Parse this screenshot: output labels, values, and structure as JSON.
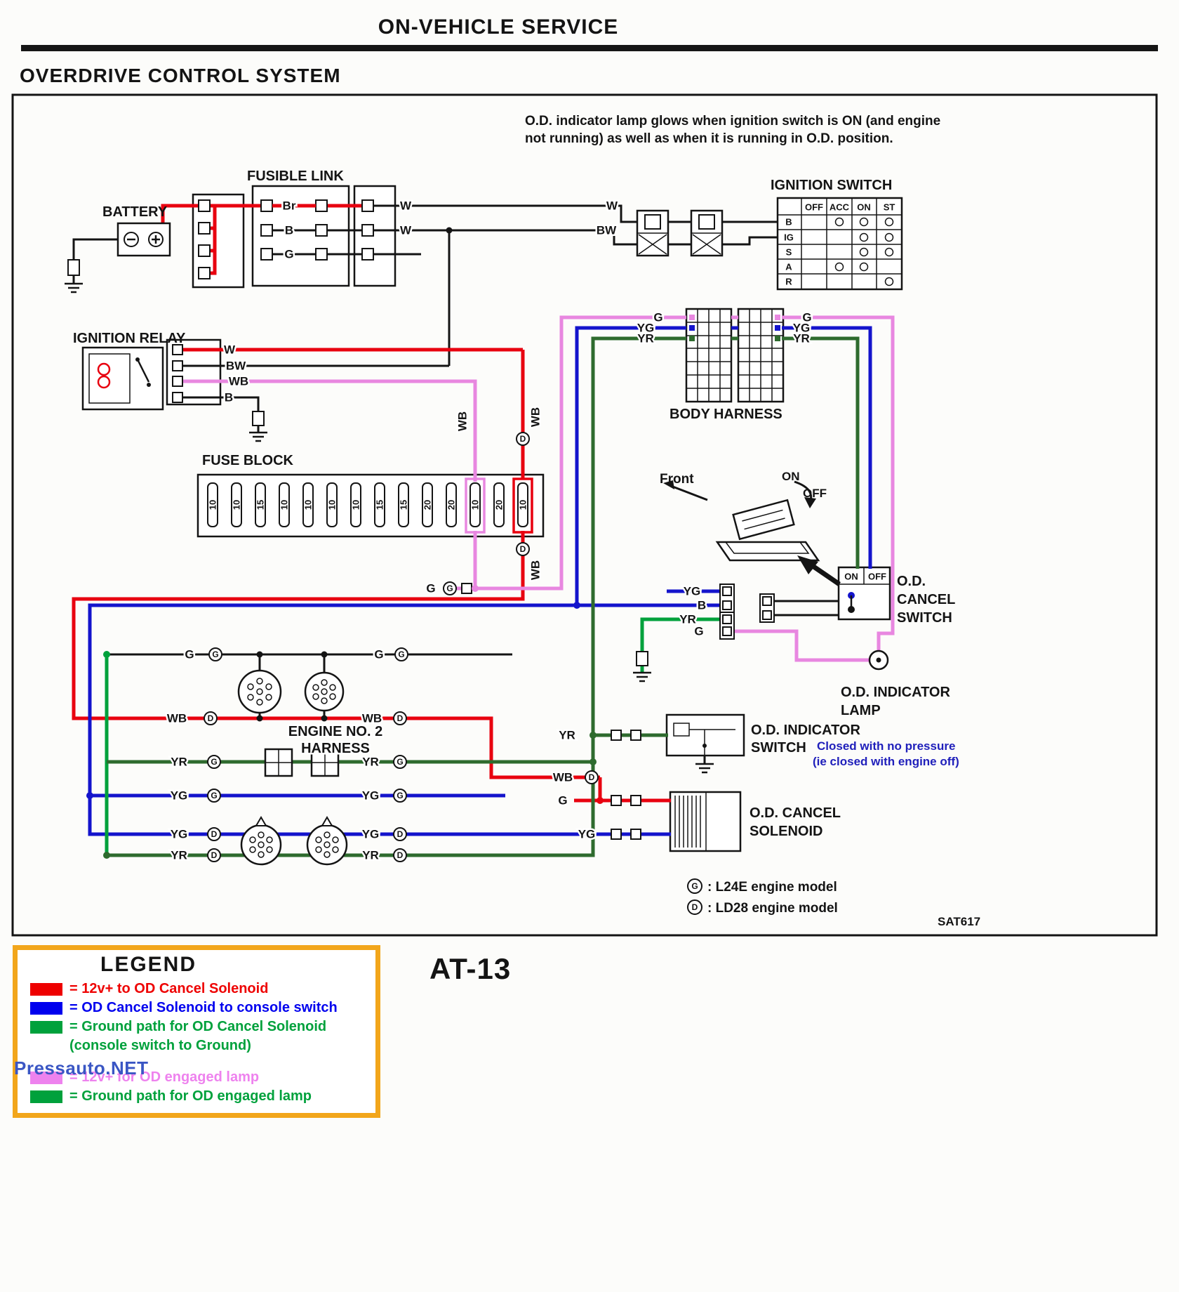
{
  "page": {
    "header": "ON-VEHICLE SERVICE",
    "title": "OVERDRIVE CONTROL SYSTEM",
    "page_code": "AT-13",
    "diagram_code": "SAT617",
    "watermark": "Pressauto.NET"
  },
  "note": {
    "line1": "O.D. indicator lamp glows when ignition switch is ON (and engine",
    "line2": "not running) as well as when it is running in O.D. position."
  },
  "components": {
    "battery": "BATTERY",
    "fusible_link": "FUSIBLE LINK",
    "ignition_switch": "IGNITION SWITCH",
    "ignition_relay": "IGNITION RELAY",
    "fuse_block": "FUSE BLOCK",
    "body_harness": "BODY HARNESS",
    "od_cancel_switch1": "O.D.",
    "od_cancel_switch2": "CANCEL",
    "od_cancel_switch3": "SWITCH",
    "od_indicator_lamp1": "O.D. INDICATOR",
    "od_indicator_lamp2": "LAMP",
    "engine_harness1": "ENGINE NO. 2",
    "engine_harness2": "HARNESS",
    "od_indicator_switch1": "O.D. INDICATOR",
    "od_indicator_switch2": "SWITCH",
    "od_cancel_solenoid1": "O.D. CANCEL",
    "od_cancel_solenoid2": "SOLENOID",
    "front": "Front",
    "on": "ON",
    "off": "OFF"
  },
  "switch_note": {
    "line1": "Closed with no pressure",
    "line2": "(ie closed with engine off)"
  },
  "ignition_table": {
    "cols": [
      "OFF",
      "ACC",
      "ON",
      "ST"
    ],
    "rows": [
      "B",
      "IG",
      "S",
      "A",
      "R"
    ]
  },
  "wire": {
    "W": "W",
    "BW": "BW",
    "WB": "WB",
    "B": "B",
    "Br": "Br",
    "G": "G",
    "YG": "YG",
    "YR": "YR"
  },
  "connector": {
    "G": "G",
    "D": "D"
  },
  "fuses": [
    "10",
    "10",
    "15",
    "10",
    "10",
    "10",
    "10",
    "15",
    "15",
    "20",
    "20",
    "10",
    "20",
    "10"
  ],
  "engine_models": {
    "g": ":  L24E engine model",
    "d": ":  LD28 engine model"
  },
  "legend": {
    "title": "LEGEND",
    "items": [
      {
        "color": "#ee0000",
        "text": "= 12v+ to OD Cancel Solenoid"
      },
      {
        "color": "#0000ee",
        "text": "= OD Cancel Solenoid to console switch"
      },
      {
        "color": "#00a13c",
        "text": "= Ground path for OD Cancel Solenoid"
      },
      {
        "color": "#00a13c",
        "text": "(console switch to Ground)"
      },
      {
        "color": "#ee82ee",
        "text": "= 12v+ for OD engaged lamp"
      },
      {
        "color": "#00a13c",
        "text": "= Ground path for OD engaged lamp"
      }
    ]
  },
  "colors": {
    "red": "#e8000f",
    "blue": "#1414cc",
    "green": "#00a13c",
    "dark_green": "#2e6b2e",
    "pink": "#e887e0",
    "black": "#141414",
    "legend_border": "#f2a61b",
    "note_blue": "#2020bb",
    "watermark": "#3a56c4"
  }
}
